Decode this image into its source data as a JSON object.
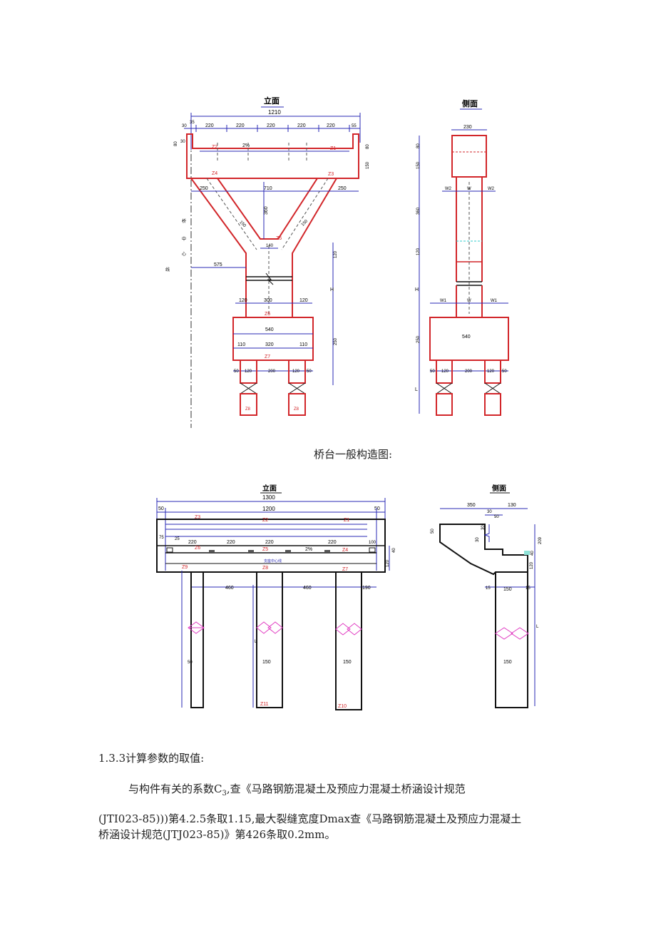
{
  "pier_drawing": {
    "elevation_title": "立面",
    "side_title": "侧面",
    "dims": {
      "total": "1210",
      "d35": "35",
      "d30": "30",
      "d220": "220",
      "d55": "55",
      "d80": "80",
      "d150": "150",
      "d250": "250",
      "d710": "710",
      "d360": "360",
      "d140": "140",
      "d575": "575",
      "d120": "120",
      "d300": "300",
      "d540": "540",
      "d110": "110",
      "d320": "320",
      "d50": "50",
      "d200": "200",
      "H": "H",
      "d230": "230",
      "W": "W",
      "W1": "W1",
      "W2": "W2",
      "L": "L",
      "slope": "2%"
    },
    "points": {
      "z1": "Z1",
      "z2": "Z2",
      "z3": "Z3",
      "z4": "Z4",
      "z5": "Z5",
      "z6": "Z6",
      "z7": "Z7",
      "z8": "Z8"
    },
    "centerline_chars": [
      "桥",
      "中",
      "心",
      "线"
    ]
  },
  "caption": "桥台一般构造图:",
  "abutment_drawing": {
    "elevation_title": "立面",
    "side_title": "侧面",
    "dims": {
      "total": "1300",
      "d1200": "1200",
      "d50": "50",
      "d75": "75",
      "d25": "25",
      "d220": "220",
      "d100": "100",
      "d40": "40",
      "d120": "120",
      "d460": "460",
      "d190": "190",
      "d150": "150",
      "d350": "350",
      "d130": "130",
      "d30": "30",
      "d15": "15",
      "d209": "209",
      "slope": "2%",
      "L": "L",
      "center_note": "支座中心线"
    },
    "points": {
      "z1": "Z1",
      "z2": "Z2",
      "z3": "Z3",
      "z4": "Z4",
      "z5": "Z5",
      "z6": "Z6",
      "z7": "Z7",
      "z8": "Z8",
      "z9": "Z9",
      "z10": "Z10",
      "z11": "Z11"
    }
  },
  "section": {
    "heading": "1.3.3计算参数的取值:",
    "para_line1_pre": "与构件有关的系数C",
    "para_line1_sub": "3",
    "para_line1_post": ",查《马路钢筋混凝土及预应力混凝土桥涵设计规范",
    "para_line2": "(JTI023-85)))第4.2.5条取1.15,最大裂缝宽度Dmax查《马路钢筋混凝土及预应力混凝土",
    "para_line3": "桥涵设计规范(JTJ023-85)》第426条取0.2mm。"
  },
  "colors": {
    "structure": "#d2262a",
    "dimension": "#2a2ab5",
    "pile_cross": "#e13fc3"
  }
}
